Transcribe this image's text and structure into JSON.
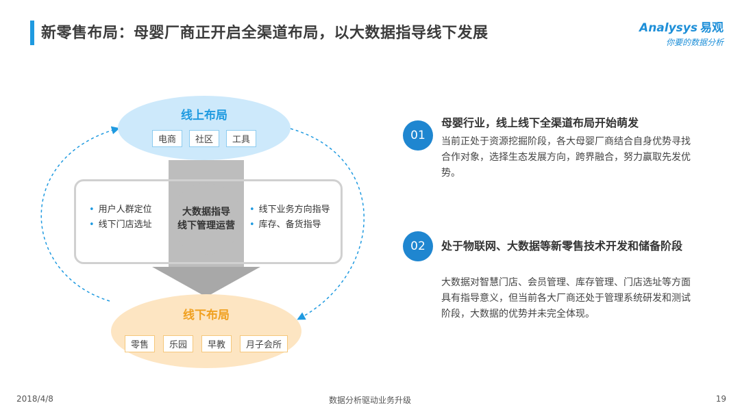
{
  "header": {
    "title": "新零售布局：母婴厂商正开启全渠道布局，以大数据指导线下发展",
    "brand_en": "Analysys",
    "brand_cn": "易观",
    "brand_slogan": "你要的数据分析"
  },
  "diagram": {
    "online": {
      "title": "线上布局",
      "tags": [
        "电商",
        "社区",
        "工具"
      ]
    },
    "center": {
      "line1": "大数据指导",
      "line2": "线下管理运营"
    },
    "left_bullets": [
      "用户人群定位",
      "线下门店选址"
    ],
    "right_bullets": [
      "线下业务方向指导",
      "库存、备货指导"
    ],
    "offline": {
      "title": "线下布局",
      "tags": [
        "零售",
        "乐园",
        "早教",
        "月子会所"
      ]
    }
  },
  "points": [
    {
      "num": "01",
      "title": "母婴行业，线上线下全渠道布局开始萌发",
      "body": "当前正处于资源挖掘阶段，各大母婴厂商结合自身优势寻找合作对象，选择生态发展方向，跨界融合，努力赢取先发优势。"
    },
    {
      "num": "02",
      "title": "处于物联网、大数据等新零售技术开发和储备阶段",
      "body": "大数据对智慧门店、会员管理、库存管理、门店选址等方面具有指导意义，但当前各大厂商还处于管理系统研发和测试阶段，大数据的优势并未完全体现。"
    }
  ],
  "footer": {
    "date": "2018/4/8",
    "center": "数据分析驱动业务升级",
    "page": "19"
  },
  "colors": {
    "accent_blue": "#1f9ae0",
    "accent_orange": "#f0a020",
    "online_fill": "#cde9fb",
    "offline_fill": "#fde5c2"
  }
}
